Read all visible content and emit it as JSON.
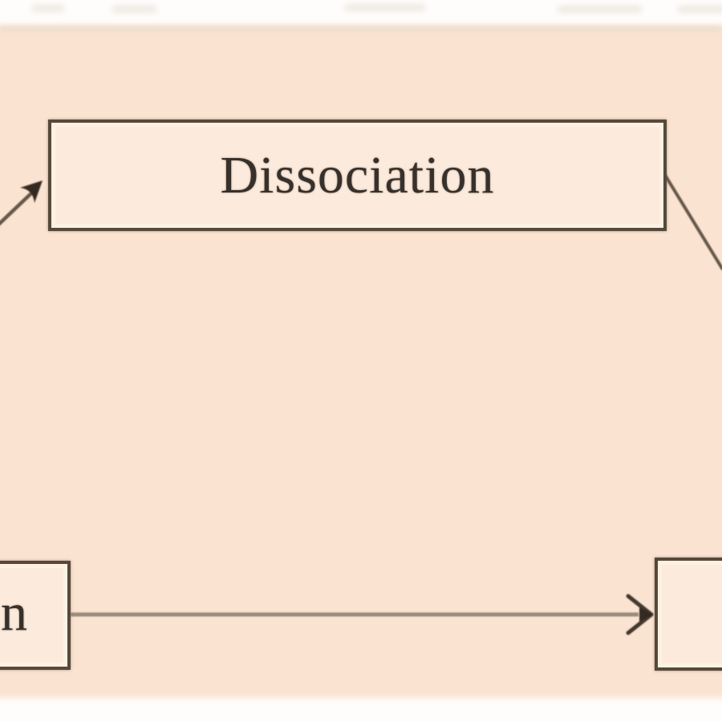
{
  "diagram": {
    "type": "mediation-path-diagram",
    "mediator_box": {
      "label": "Dissociation"
    },
    "left_box": {
      "visible_label_fragment": "n"
    },
    "right_box": {
      "visible_label_fragment": ""
    },
    "connectors": [
      {
        "name": "left-box-to-mediator",
        "style": "arrow",
        "direction": "up-right"
      },
      {
        "name": "mediator-to-right",
        "style": "line",
        "direction": "down-right"
      },
      {
        "name": "left-box-to-right-box",
        "style": "arrow",
        "direction": "right"
      }
    ],
    "colors": {
      "page_background": "#fffdfc",
      "canvas_background": "#fae3d0",
      "box_fill": "#fcebdc",
      "box_border": "#57493a",
      "diagonal_line": "#655748",
      "horizontal_shaft": "#9a8c7b",
      "arrowhead": "#342b22",
      "text": "#38302a"
    }
  }
}
